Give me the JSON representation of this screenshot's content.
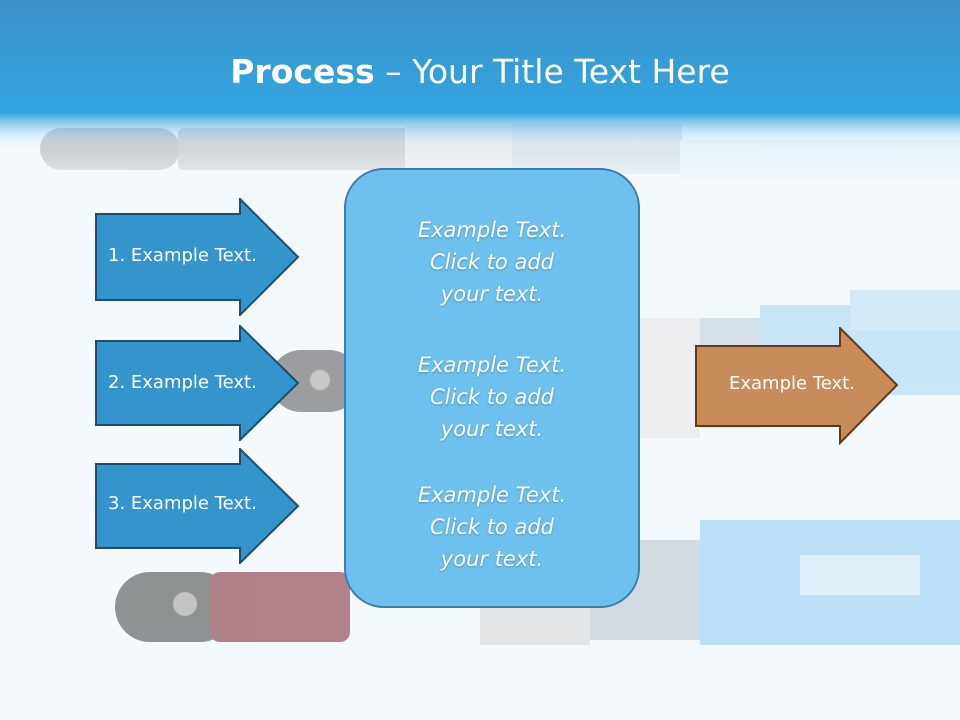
{
  "title": {
    "bold": "Process",
    "rest": " – Your Title Text Here"
  },
  "colors": {
    "title_bar": "#2f9fdb",
    "input_arrow_fill": "#3594cc",
    "input_arrow_stroke": "#1d4e70",
    "center_box_fill": "#6ec1ee",
    "output_arrow_fill": "#c88c5a",
    "output_arrow_stroke": "#5c3a1c"
  },
  "icons": [
    "paintbrush-background-image"
  ],
  "inputs": [
    {
      "label": "1. Example Text."
    },
    {
      "label": "2. Example Text."
    },
    {
      "label": "3. Example Text."
    }
  ],
  "center": [
    {
      "line1": "Example Text.",
      "line2": "Click  to add",
      "line3": "your text."
    },
    {
      "line1": "Example Text.",
      "line2": "Click  to add",
      "line3": "your text."
    },
    {
      "line1": "Example Text.",
      "line2": "Click  to add",
      "line3": "your text."
    }
  ],
  "output": {
    "label": "Example Text."
  }
}
